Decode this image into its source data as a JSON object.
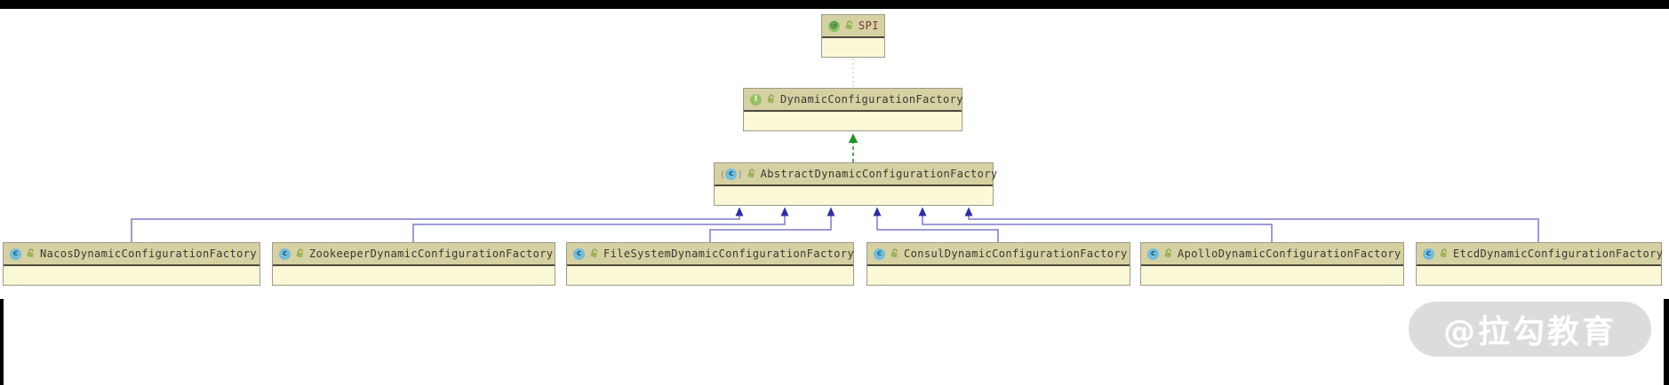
{
  "colors": {
    "node_header_bg": "#d5d1a3",
    "node_body_bg": "#fbf8d7",
    "node_border": "#9e9a8a",
    "node_text": "#3a3a32",
    "annotation_text": "#7a3535",
    "extends_line": "#7d7cc8",
    "extends_arrow": "#2e2ea2",
    "implements_arrow": "#1f9522",
    "annotation_link": "#d4d8c2",
    "watermark_bg": "#dcdcdc",
    "watermark_text": "#ffffff"
  },
  "icons": {
    "annotation_letter": "@",
    "interface_letter": "I",
    "class_letter": "c",
    "paren_open": "(",
    "paren_close": ")"
  },
  "diagram": {
    "nodes": [
      {
        "name": "SPI",
        "kind": "annotation"
      },
      {
        "name": "DynamicConfigurationFactory",
        "kind": "interface"
      },
      {
        "name": "AbstractDynamicConfigurationFactory",
        "kind": "abstract-class"
      },
      {
        "name": "NacosDynamicConfigurationFactory",
        "kind": "class"
      },
      {
        "name": "ZookeeperDynamicConfigurationFactory",
        "kind": "class"
      },
      {
        "name": "FileSystemDynamicConfigurationFactory",
        "kind": "class"
      },
      {
        "name": "ConsulDynamicConfigurationFactory",
        "kind": "class"
      },
      {
        "name": "ApolloDynamicConfigurationFactory",
        "kind": "class"
      },
      {
        "name": "EtcdDynamicConfigurationFactory",
        "kind": "class"
      }
    ],
    "edges": [
      {
        "from": "DynamicConfigurationFactory",
        "to": "SPI",
        "type": "annotated-by"
      },
      {
        "from": "AbstractDynamicConfigurationFactory",
        "to": "DynamicConfigurationFactory",
        "type": "implements"
      },
      {
        "from": "NacosDynamicConfigurationFactory",
        "to": "AbstractDynamicConfigurationFactory",
        "type": "extends"
      },
      {
        "from": "ZookeeperDynamicConfigurationFactory",
        "to": "AbstractDynamicConfigurationFactory",
        "type": "extends"
      },
      {
        "from": "FileSystemDynamicConfigurationFactory",
        "to": "AbstractDynamicConfigurationFactory",
        "type": "extends"
      },
      {
        "from": "ConsulDynamicConfigurationFactory",
        "to": "AbstractDynamicConfigurationFactory",
        "type": "extends"
      },
      {
        "from": "ApolloDynamicConfigurationFactory",
        "to": "AbstractDynamicConfigurationFactory",
        "type": "extends"
      },
      {
        "from": "EtcdDynamicConfigurationFactory",
        "to": "AbstractDynamicConfigurationFactory",
        "type": "extends"
      }
    ],
    "watermark": "@拉勾教育"
  }
}
